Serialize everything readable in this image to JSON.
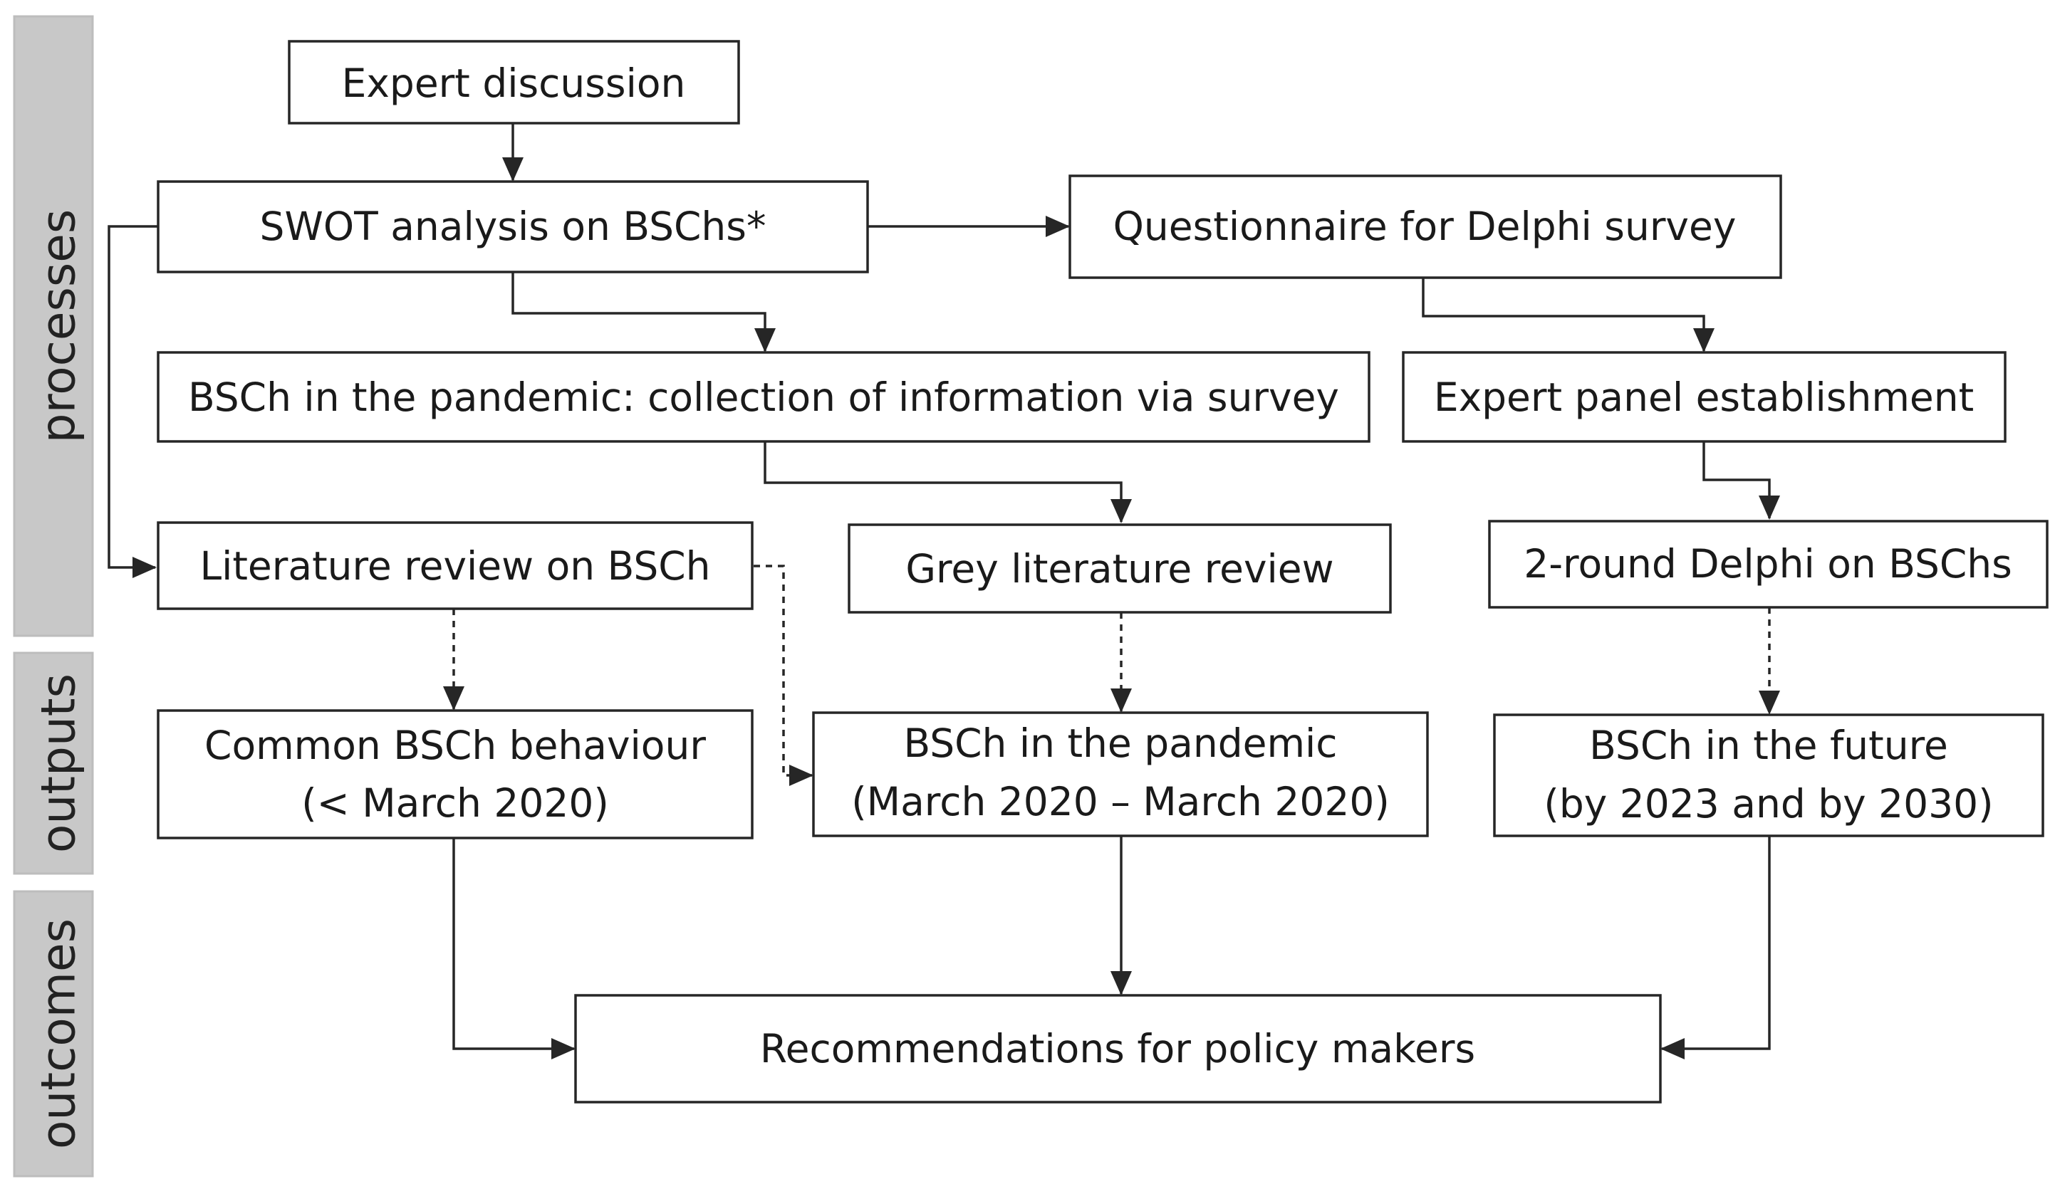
{
  "stages": {
    "processes": "processes",
    "outputs": "outputs",
    "outcomes": "outcomes"
  },
  "nodes": {
    "expert_discussion": [
      "Expert discussion"
    ],
    "swot_analysis": [
      "SWOT analysis on BSChs*"
    ],
    "questionnaire": [
      "Questionnaire for Delphi survey"
    ],
    "pandemic_survey": [
      "BSCh in the pandemic: collection of information via survey"
    ],
    "expert_panel": [
      "Expert panel establishment"
    ],
    "literature_review": [
      "Literature review on BSCh"
    ],
    "grey_literature_review": [
      "Grey literature review"
    ],
    "delphi_rounds": [
      "2-round Delphi on BSChs"
    ],
    "common_behaviour": [
      "Common BSCh behaviour",
      "(< March 2020)"
    ],
    "pandemic_output": [
      "BSCh in the pandemic",
      "(March 2020 – March 2020)"
    ],
    "future_output": [
      "BSCh in the future",
      "(by 2023 and by 2030)"
    ],
    "recommendations": [
      "Recommendations for policy makers"
    ]
  },
  "colors": {
    "stage_band": "#c8c8c8",
    "box_stroke": "#262626",
    "text": "#1a1a1a"
  }
}
